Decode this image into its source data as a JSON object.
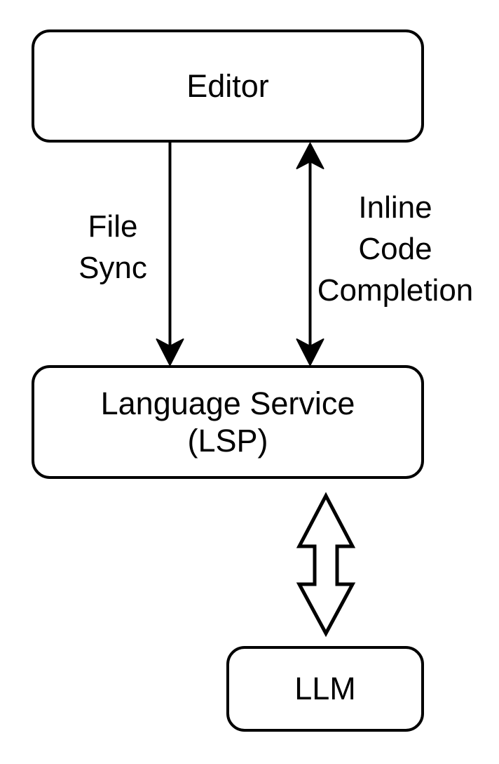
{
  "diagram": {
    "type": "flow-diagram",
    "colors": {
      "background": "#ffffff",
      "stroke": "#000000",
      "node_fill": "#ffffff",
      "text": "#000000"
    },
    "nodes": [
      {
        "id": "editor",
        "label": "Editor",
        "shape": "rounded-rectangle"
      },
      {
        "id": "lsp",
        "label": "Language Service\n(LSP)",
        "shape": "rounded-rectangle"
      },
      {
        "id": "llm",
        "label": "LLM",
        "shape": "rounded-rectangle"
      }
    ],
    "edges": [
      {
        "id": "file-sync",
        "label": "File\nSync",
        "from": "editor",
        "to": "lsp",
        "arrow": "single-head-down",
        "style": "thin-line"
      },
      {
        "id": "inline-code-completion",
        "label": "Inline\nCode\nCompletion",
        "from": "editor",
        "to": "lsp",
        "arrow": "double-head",
        "style": "thin-line"
      },
      {
        "id": "lsp-llm",
        "label": "",
        "from": "lsp",
        "to": "llm",
        "arrow": "double-head",
        "style": "hollow-block-arrow"
      }
    ]
  }
}
